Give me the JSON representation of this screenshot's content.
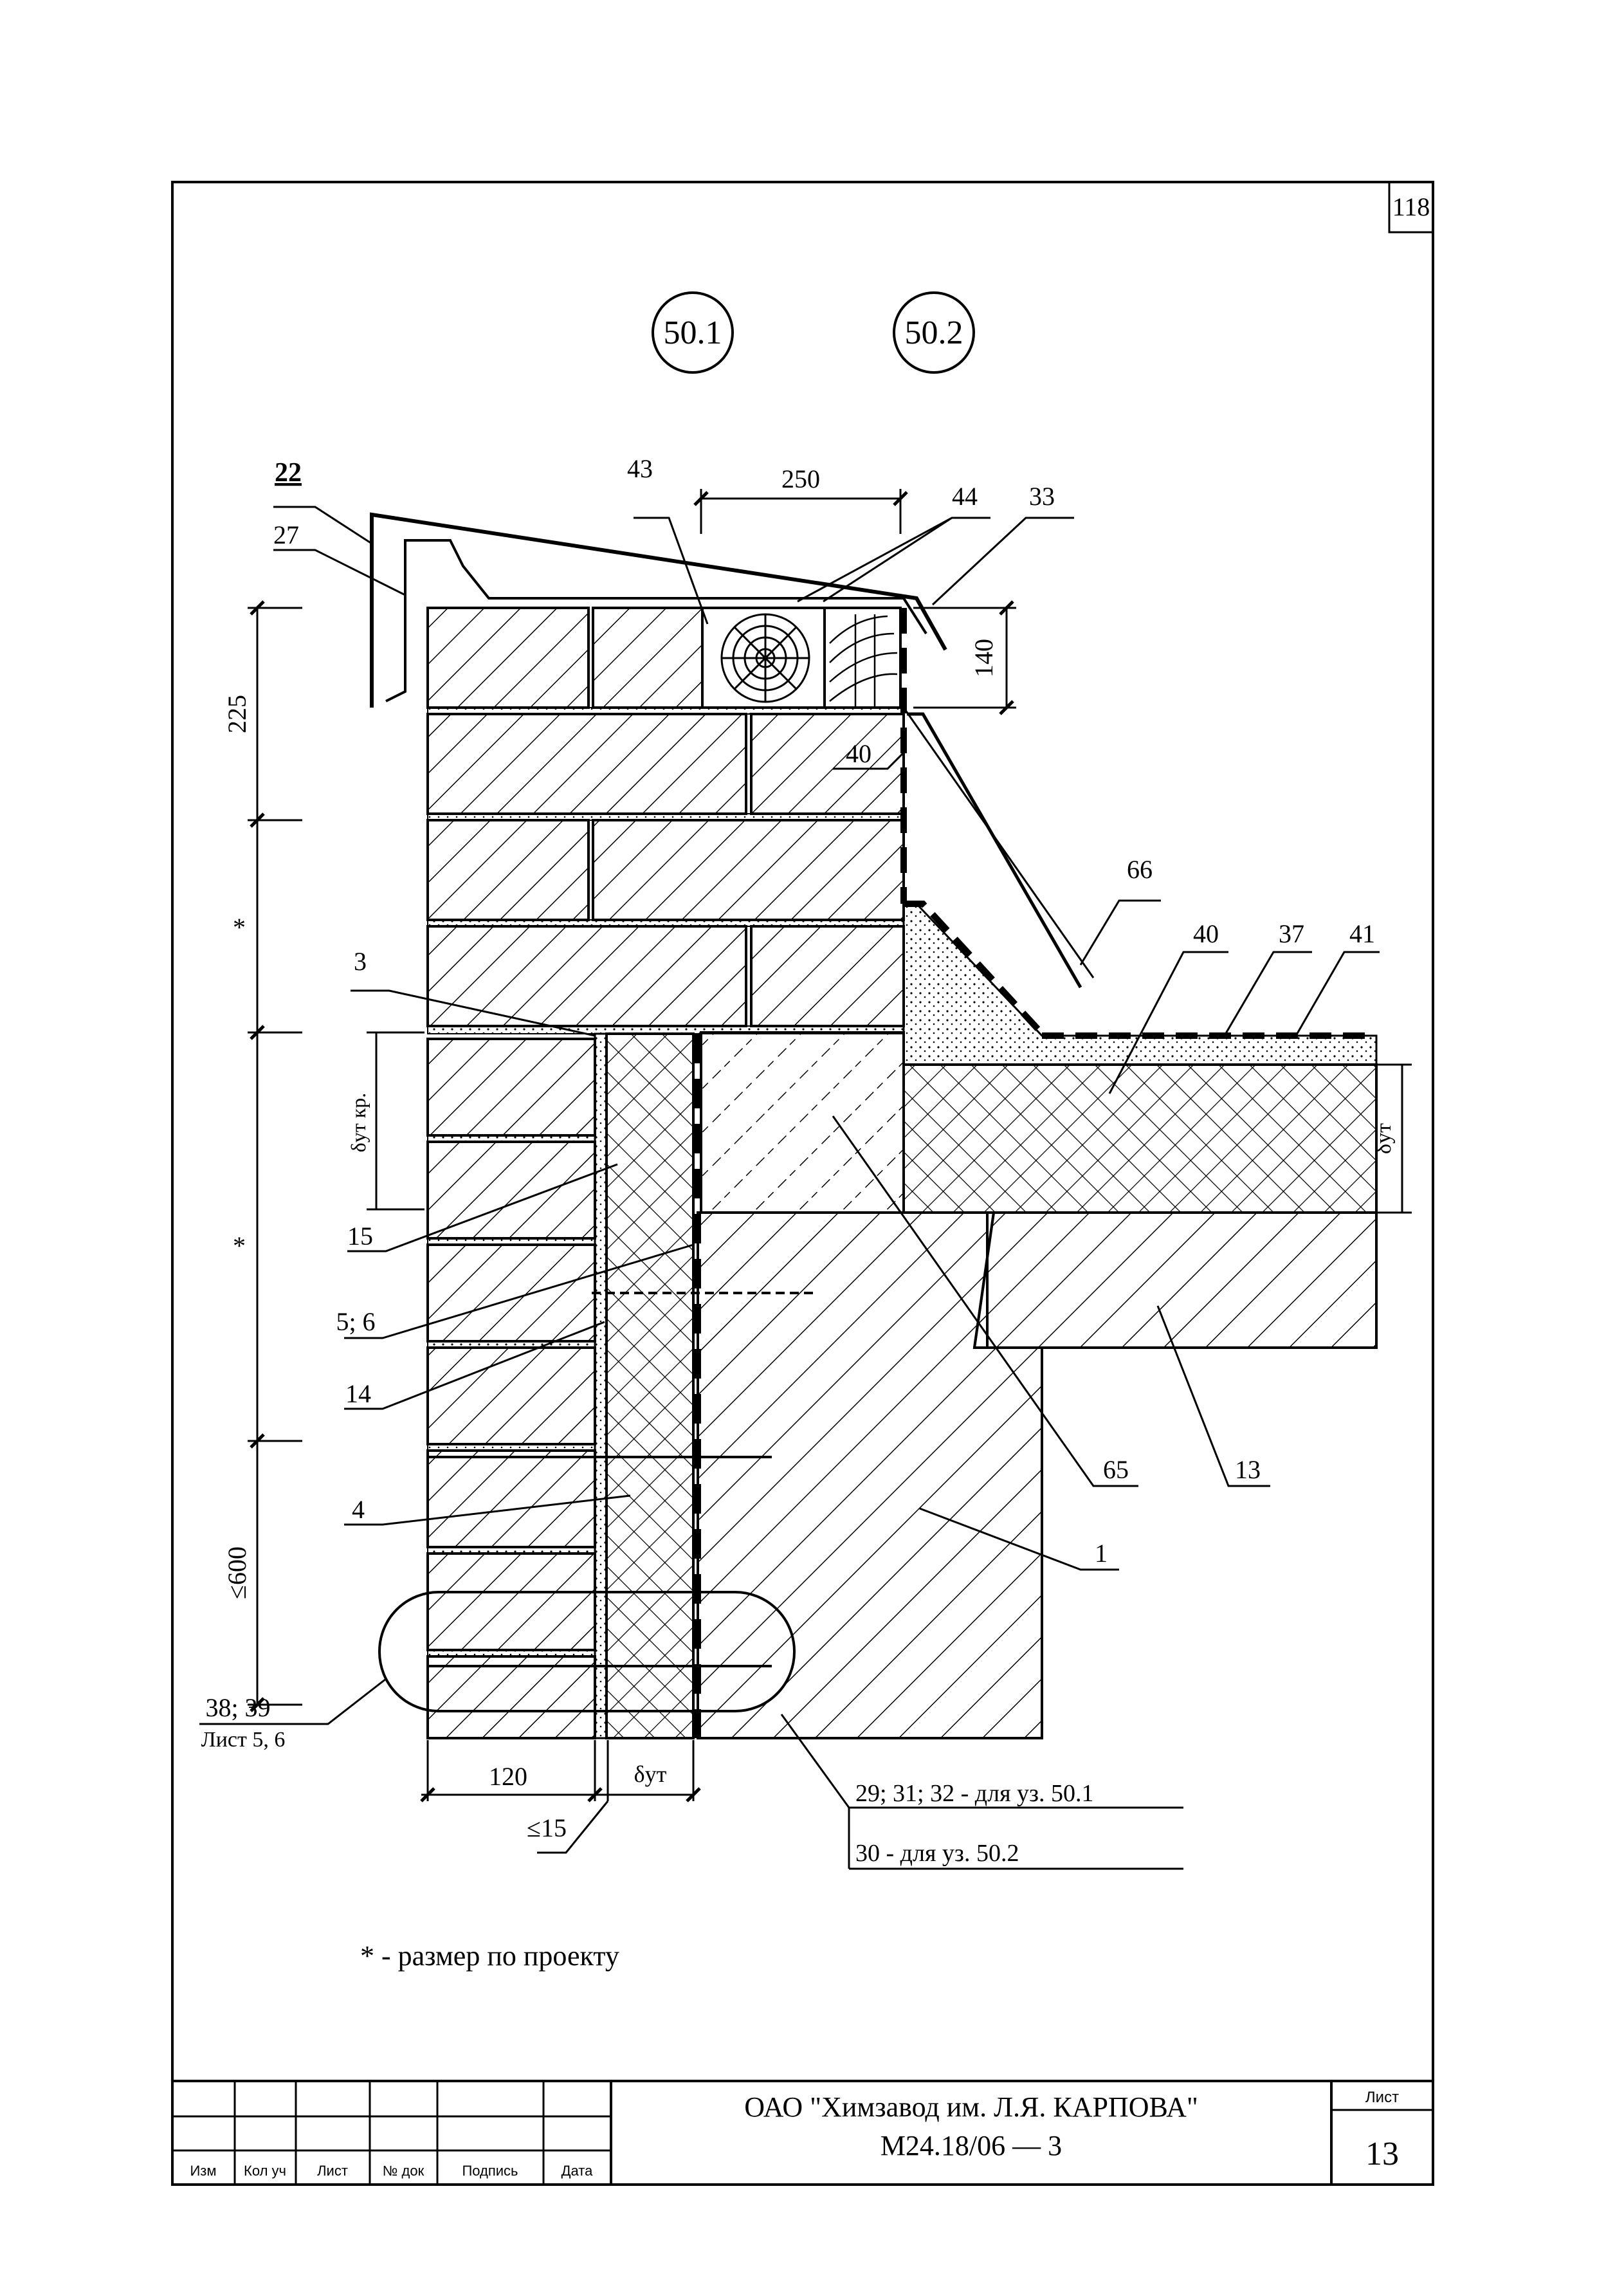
{
  "sheet_corner_number": "118",
  "node_refs": [
    "50.1",
    "50.2"
  ],
  "dimensions": {
    "top_250": "250",
    "right_140": "140",
    "left_225": "225",
    "left_star_upper": "*",
    "left_star_lower": "*",
    "left_600": "≤600",
    "bottom_120": "120",
    "bottom_15": "≤15",
    "delta_ut_kr": "δут кр.",
    "delta_ut_bottom": "δут",
    "delta_ut_right": "δут"
  },
  "callouts": {
    "c22": "22",
    "c27": "27",
    "c43": "43",
    "c44": "44",
    "c33": "33",
    "c40_top": "40",
    "c66": "66",
    "c40": "40",
    "c37": "37",
    "c41": "41",
    "c3": "3",
    "c15": "15",
    "c5_6": "5; 6",
    "c14": "14",
    "c4": "4",
    "c65": "65",
    "c13": "13",
    "c1": "1",
    "c38_39": "38; 39",
    "c38_39_sub": "Лист 5, 6",
    "c29": "29; 31; 32 - для уз. 50.1",
    "c30": "30 - для уз. 50.2"
  },
  "note": "* - размер по проекту",
  "title_block": {
    "org": "ОАО \"Химзавод им. Л.Я. КАРПОВА\"",
    "code": "М24.18/06 — 3",
    "sheet_label": "Лист",
    "sheet_number": "13",
    "cols": [
      "Изм",
      "Кол уч",
      "Лист",
      "№ док",
      "Подпись",
      "Дата"
    ]
  }
}
